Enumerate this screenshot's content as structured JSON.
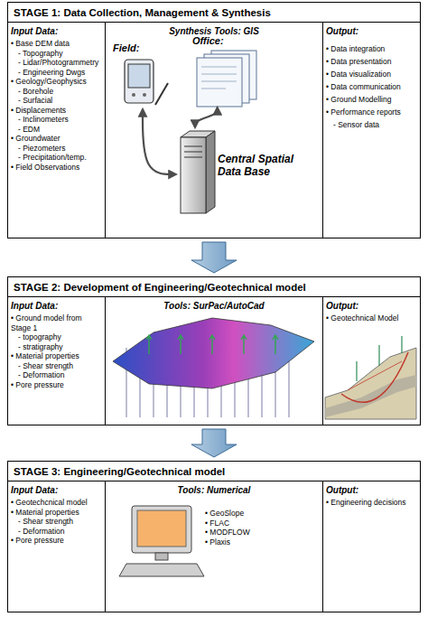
{
  "diagram": {
    "nodes": [
      {
        "text": [
          "STAGE 1: Data Collection, Management & Synthesis"
        ]
      },
      {
        "text": [
          "Input Data:",
          "• Base DEM data",
          "- Topography",
          "- Lidar/Photogrammetry",
          "- Engineering Dwgs",
          "• Geology/Geophysics",
          "- Borehole",
          "- Surfacial",
          "• Displacements",
          "- Inclinometers",
          "- EDM",
          "• Groundwater",
          "- Piezometers",
          "- Precipitation/temp.",
          "• Field Observations"
        ],
        "in": 0
      },
      {
        "text": [
          "Synthesis Tools: GIS"
        ],
        "in": 0
      },
      {
        "text": [
          "Field:"
        ],
        "in": 2
      },
      {
        "text": [
          "Office:"
        ],
        "in": 2
      },
      {
        "text": [
          "Central Spatial Data Base"
        ],
        "in": 2
      },
      {
        "text": [
          "Output:",
          "• Data integration",
          "• Data presentation",
          "• Data visualization",
          "• Data communication",
          "• Ground Modelling",
          "• Performance reports",
          "- Sensor data"
        ],
        "in": 0
      },
      {
        "text": [
          "STAGE 2: Development of Engineering/Geotechnical model"
        ]
      },
      {
        "text": [
          "Input Data:",
          "• Ground model from Stage 1",
          "- topography",
          "- stratigraphy",
          "• Material properties",
          "- Shear strength",
          "- Deformation",
          "• Pore pressure"
        ],
        "in": 7
      },
      {
        "text": [
          "Tools: SurPac/AutoCad"
        ],
        "in": 7
      },
      {
        "text": [
          "Output:",
          "• Geotechnical Model"
        ],
        "in": 7
      },
      {
        "text": [
          "STAGE 3: Engineering/Geotechnical model"
        ]
      },
      {
        "text": [
          "Input Data:",
          "• Geotechcnical model",
          "• Material properties",
          "- Shear strength",
          "- Deformation",
          "• Pore pressure"
        ],
        "in": 11
      },
      {
        "text": [
          "Tools: Numerical",
          "• GeoSlope",
          "• FLAC",
          "• MODFLOW",
          "• Plaxis"
        ],
        "in": 11
      },
      {
        "text": [
          "Output:",
          "• Engineering decisions"
        ],
        "in": 11
      }
    ],
    "edges": [
      {
        "from": 3,
        "to": 5,
        "arrow": "both"
      },
      {
        "from": 4,
        "to": 5,
        "arrow": "both"
      },
      {
        "from": 0,
        "to": 7,
        "arrow": "to"
      },
      {
        "from": 7,
        "to": 11,
        "arrow": "to"
      }
    ]
  }
}
